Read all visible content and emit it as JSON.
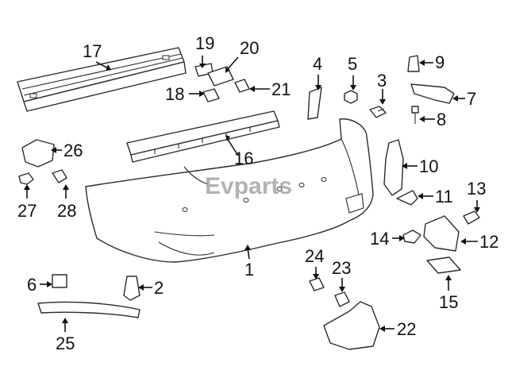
{
  "watermark": "Evparts",
  "callouts": {
    "c1": "1",
    "c2": "2",
    "c3": "3",
    "c4": "4",
    "c5": "5",
    "c6": "6",
    "c7": "7",
    "c8": "8",
    "c9": "9",
    "c10": "10",
    "c11": "11",
    "c12": "12",
    "c13": "13",
    "c14": "14",
    "c15": "15",
    "c16": "16",
    "c17": "17",
    "c18": "18",
    "c19": "19",
    "c20": "20",
    "c21": "21",
    "c22": "22",
    "c23": "23",
    "c24": "24",
    "c25": "25",
    "c26": "26",
    "c27": "27",
    "c28": "28"
  }
}
